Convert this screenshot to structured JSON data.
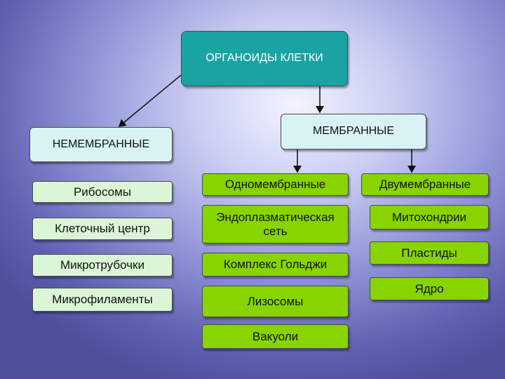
{
  "root": "ОРГАНОИДЫ КЛЕТКИ",
  "non_membrane": {
    "title": "НЕМЕМБРАННЫЕ",
    "items": [
      "Рибосомы",
      "Клеточный центр",
      "Микротрубочки",
      "Микрофиламенты"
    ]
  },
  "membrane": {
    "title": "МЕМБРАННЫЕ",
    "single": {
      "title": "Одномембранные",
      "items": [
        "Эндоплазматическая сеть",
        "Комплекс Гольджи",
        "Лизосомы",
        "Вакуоли"
      ]
    },
    "double": {
      "title": "Двумембранные",
      "items": [
        "Митохондрии",
        "Пластиды",
        "Ядро"
      ]
    }
  },
  "colors": {
    "root_fill": "#1aa3a3",
    "header_fill": "#d9f3f4",
    "pale_green_fill": "#dbf5d7",
    "bright_green_fill": "#87d400",
    "background": "#5e5fb0"
  }
}
